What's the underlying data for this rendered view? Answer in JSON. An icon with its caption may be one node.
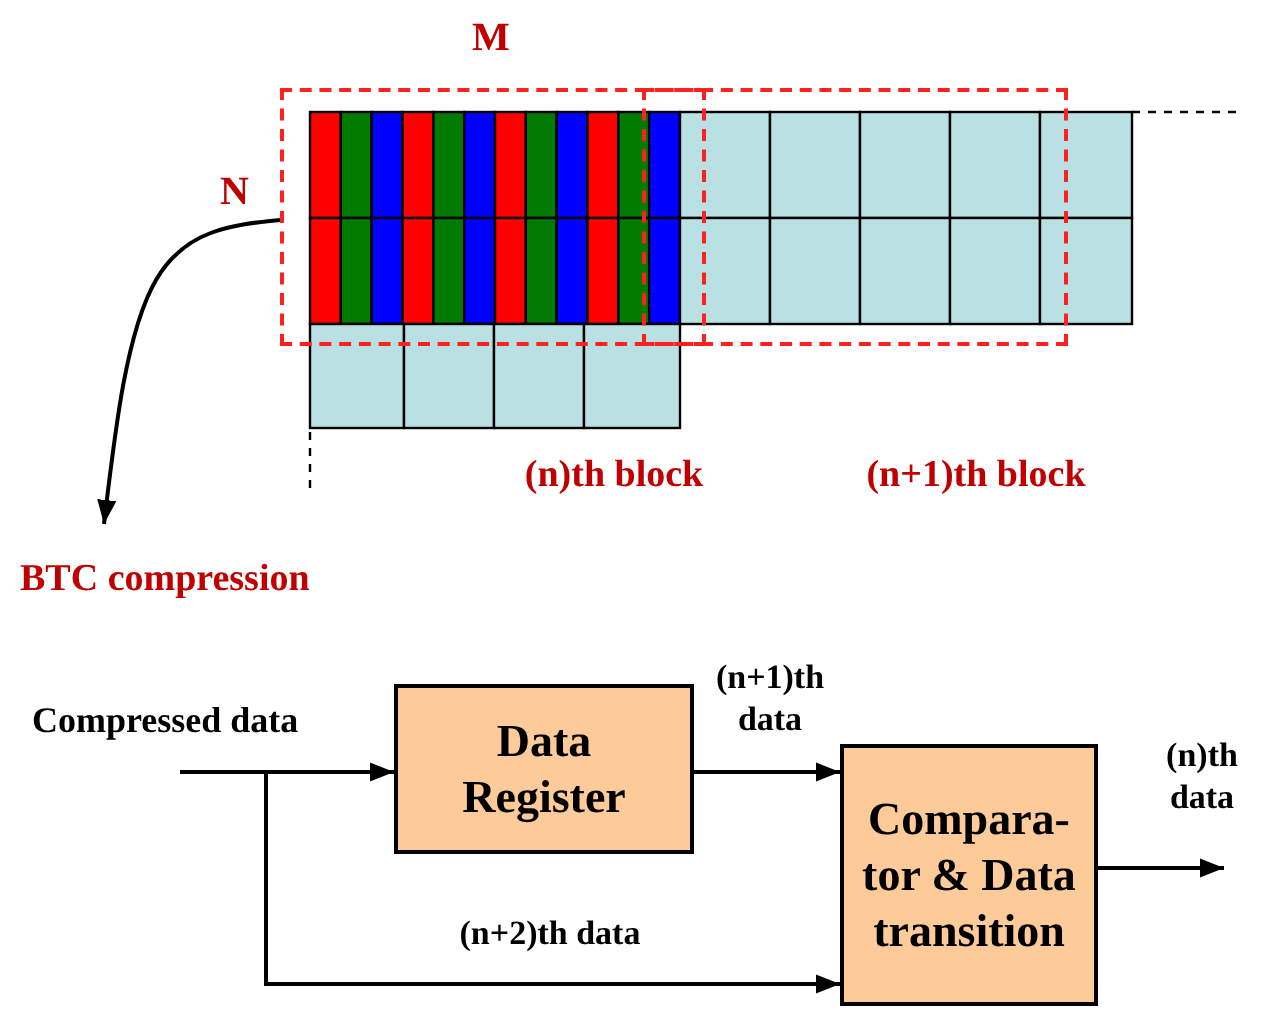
{
  "diagram": {
    "nodes": [
      {
        "text": [
          "(n)th block"
        ]
      },
      {
        "text": [
          "(n+1)th block"
        ]
      },
      {
        "text": [
          "BTC compression"
        ]
      },
      {
        "text": [
          "Compressed data"
        ]
      },
      {
        "text": [
          "Data Register"
        ]
      },
      {
        "text": [
          "Compara-tor & Data transition"
        ]
      }
    ],
    "edges": [
      {
        "from": 0,
        "to": 2,
        "arrow": "to"
      },
      {
        "from": 3,
        "to": 4,
        "arrow": "to"
      },
      {
        "from": 3,
        "to": 5,
        "arrow": "to",
        "label": "(n+2)th data"
      },
      {
        "from": 4,
        "to": 5,
        "arrow": "to",
        "label": "(n+1)th data"
      },
      {
        "from": 5,
        "to": null,
        "arrow": "to",
        "label": "(n)th data"
      }
    ],
    "labels": [
      "M",
      "N"
    ]
  }
}
